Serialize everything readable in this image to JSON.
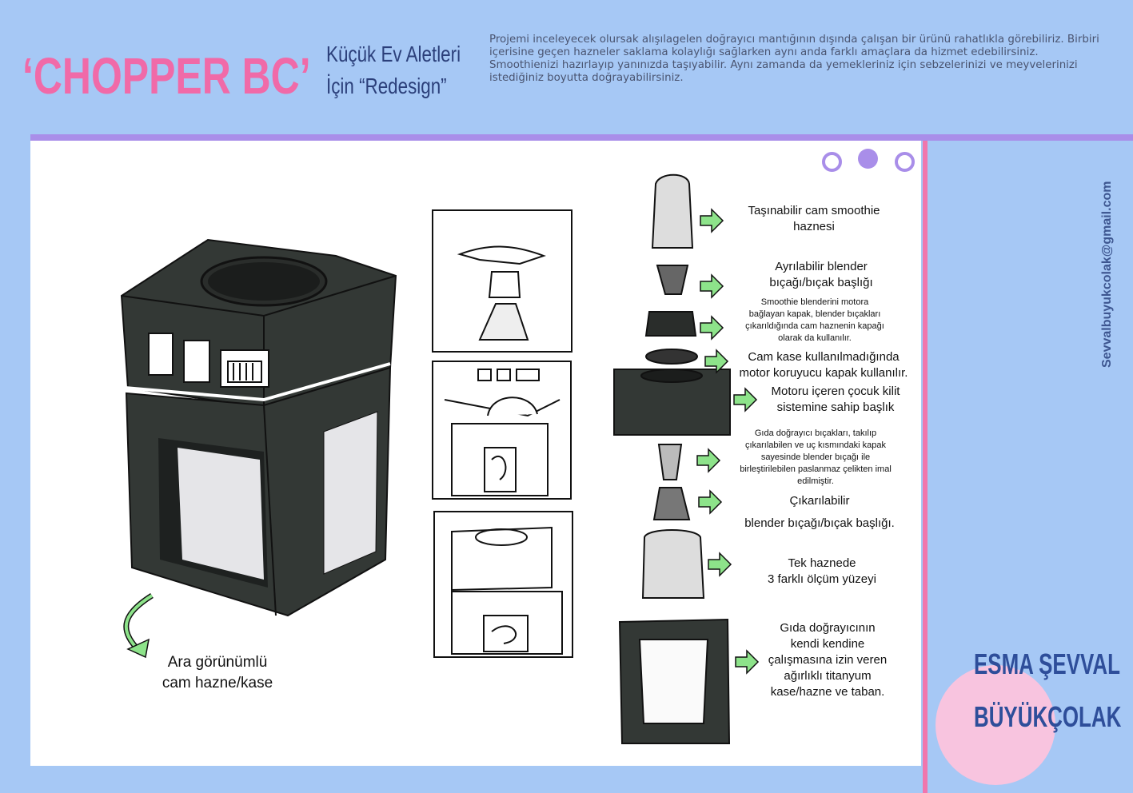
{
  "header": {
    "title": "‘CHOPPER BC’",
    "subtitle_line1": "Küçük Ev Aletleri",
    "subtitle_line2": "İçin “Redesign”",
    "description": "Projemi inceleyecek olursak alışılagelen doğrayıcı mantığının dışında çalışan bir ürünü rahatlıkla görebiliriz. Birbiri içerisine geçen hazneler saklama kolaylığı sağlarken aynı anda farklı amaçlara da hizmet edebilirsiniz. Smoothienizi hazırlayıp yanınızda taşıyabilir. Aynı zamanda da yemekleriniz için sebzelerinizi ve meyvelerinizi istediğiniz boyutta doğrayabilirsiniz."
  },
  "main_view": {
    "caption_line1": "Ara görünümlü",
    "caption_line2": "cam hazne/kase"
  },
  "parts": [
    {
      "lines": [
        "Taşınabilir cam smoothie",
        "haznesi"
      ]
    },
    {
      "lines": [
        "Ayrılabilir blender",
        "bıçağı/bıçak başlığı"
      ]
    },
    {
      "lines": [
        "Smoothie blenderini motora",
        "bağlayan kapak, blender bıçakları",
        "çıkarıldığında cam haznenin kapağı",
        "olarak da kullanılır."
      ]
    },
    {
      "lines": [
        "Cam kase kullanılmadığında",
        "motor koruyucu kapak kullanılır."
      ]
    },
    {
      "lines": [
        "Motoru içeren çocuk kilit",
        "sistemine sahip başlık"
      ]
    },
    {
      "lines": [
        "Gıda doğrayıcı bıçakları, takılıp",
        "çıkarılabilen ve uç kısmındaki kapak",
        "sayesinde blender bıçağı ile",
        "birleştirilebilen paslanmaz çelikten imal",
        "edilmiştir."
      ]
    },
    {
      "lines": [
        "Çıkarılabilir",
        "",
        "blender bıçağı/bıçak başlığı."
      ]
    },
    {
      "lines": [
        "Tek haznede",
        "3 farklı ölçüm yüzeyi"
      ]
    },
    {
      "lines": [
        "Gıda doğrayıcının",
        "kendi kendine",
        "çalışmasına izin veren",
        "ağırlıklı titanyum",
        "kase/hazne ve taban."
      ]
    }
  ],
  "sidebar": {
    "email": "Sevvalbuyukcolak@gmail.com",
    "author_line1": "ESMA ŞEVVAL",
    "author_line2": "BÜYÜKÇOLAK"
  },
  "colors": {
    "background": "#a6c8f5",
    "title_pink": "#f06aa8",
    "accent_purple": "#a98ee9",
    "divider_pink": "#f076ad",
    "author_blue": "#2e4e9a",
    "arrow_green": "#7ee07a",
    "device_dark": "#333835"
  }
}
